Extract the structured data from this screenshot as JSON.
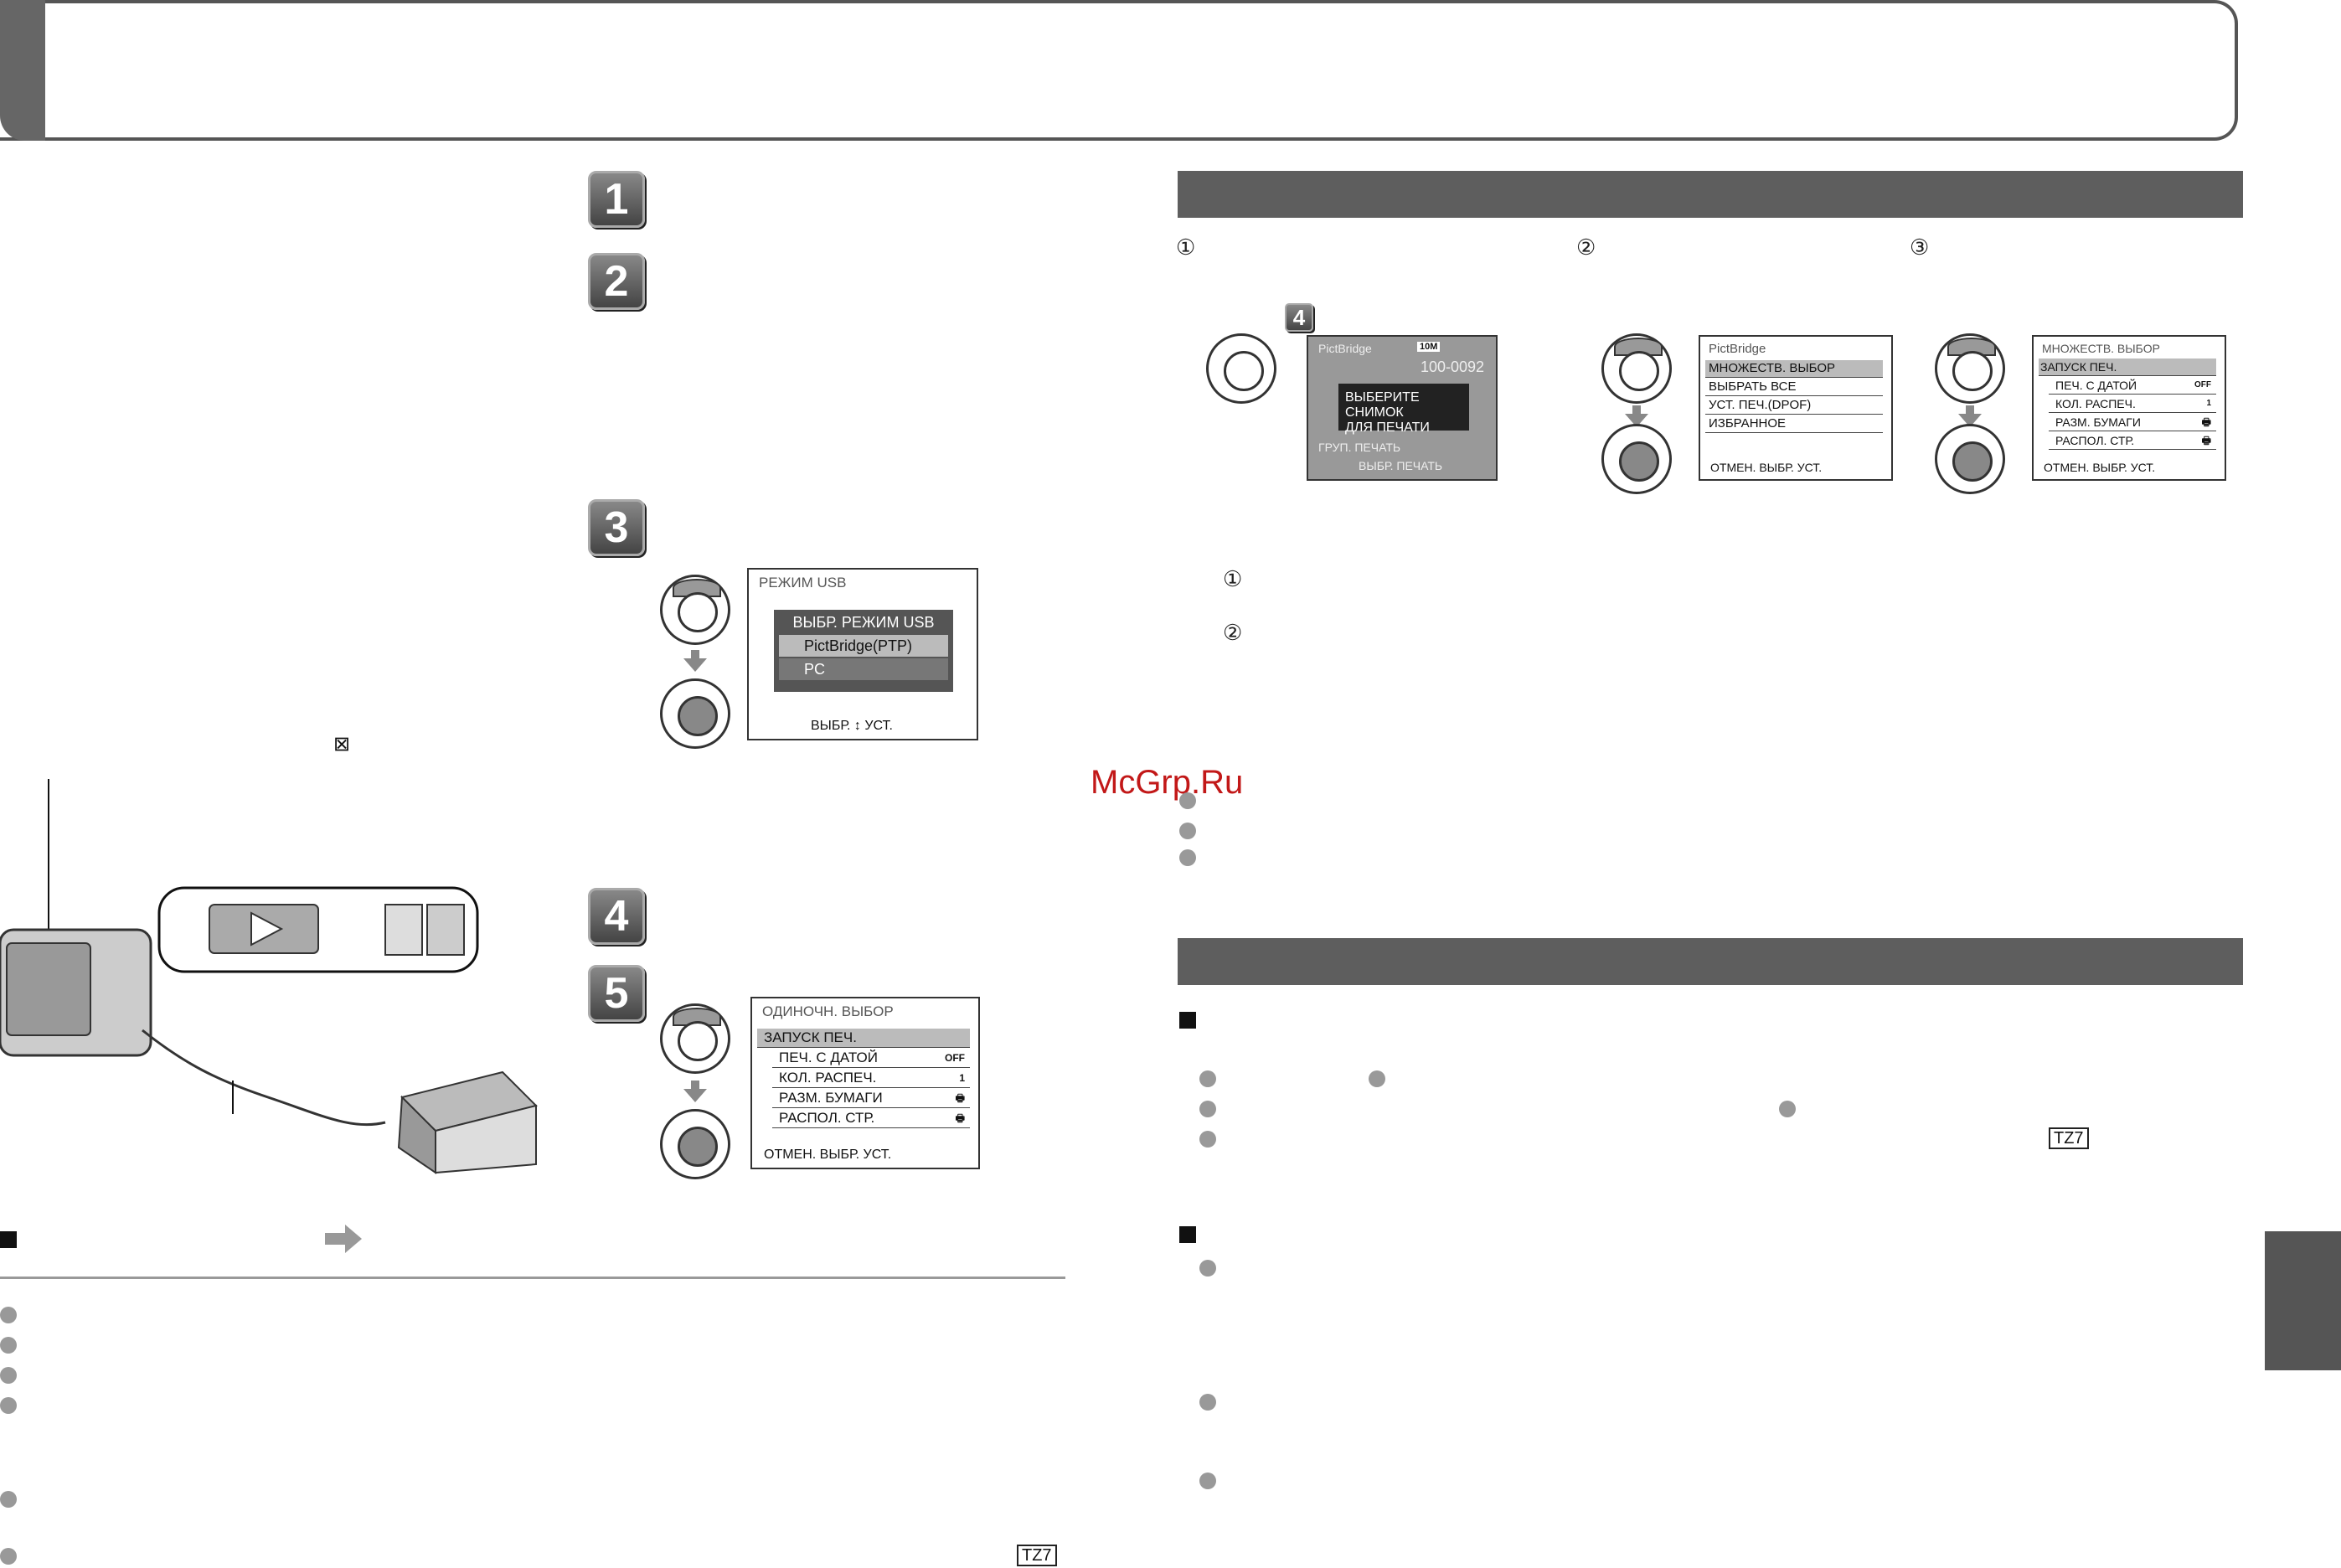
{
  "watermark": "McGrp.Ru",
  "steps": [
    "1",
    "2",
    "3",
    "4",
    "5"
  ],
  "panel_usb": {
    "title": "РЕЖИМ USB",
    "heading": "ВЫБР. РЕЖИМ USB",
    "options": [
      "PictBridge(PTP)",
      "PC"
    ],
    "footer": "ВЫБР. ↕ УСТ."
  },
  "panel_single": {
    "title": "ОДИНОЧН. ВЫБОР",
    "rows": [
      {
        "label": "ЗАПУСК ПЕЧ.",
        "value": ""
      },
      {
        "label": "ПЕЧ. С ДАТОЙ",
        "value": "OFF"
      },
      {
        "label": "КОЛ. РАСПЕЧ.",
        "value": "1"
      },
      {
        "label": "РАЗМ. БУМАГИ",
        "value": ""
      },
      {
        "label": "РАСПОЛ. СТР.",
        "value": ""
      }
    ],
    "footer": "ОТМЕН. ВЫБР. УСТ."
  },
  "panel_camera": {
    "title": "PictBridge",
    "counter": "100-0092",
    "badge": "10M",
    "message": [
      "ВЫБЕРИТЕ СНИМОК",
      "ДЛЯ ПЕЧАТИ"
    ],
    "footer1": "ГРУП. ПЕЧАТЬ",
    "footer2": "ВЫБР. ПЕЧАТЬ"
  },
  "panel_pictbridge": {
    "title": "PictBridge",
    "rows": [
      "МНОЖЕСТВ. ВЫБОР",
      "ВЫБРАТЬ ВСЕ",
      "УСТ. ПЕЧ.(DPOF)",
      "ИЗБРАННОЕ"
    ],
    "footer": "ОТМЕН. ВЫБР. УСТ."
  },
  "panel_multi": {
    "title": "МНОЖЕСТВ. ВЫБОР",
    "rows": [
      {
        "label": "ЗАПУСК ПЕЧ.",
        "value": ""
      },
      {
        "label": "ПЕЧ. С ДАТОЙ",
        "value": "OFF"
      },
      {
        "label": "КОЛ. РАСПЕЧ.",
        "value": "1"
      },
      {
        "label": "РАЗМ. БУМАГИ",
        "value": ""
      },
      {
        "label": "РАСПОЛ. СТР.",
        "value": ""
      }
    ],
    "footer": "ОТМЕН. ВЫБР. УСТ."
  },
  "circled": [
    "①",
    "②",
    "③"
  ],
  "step4_small": "4",
  "tz7_label": "TZ7"
}
